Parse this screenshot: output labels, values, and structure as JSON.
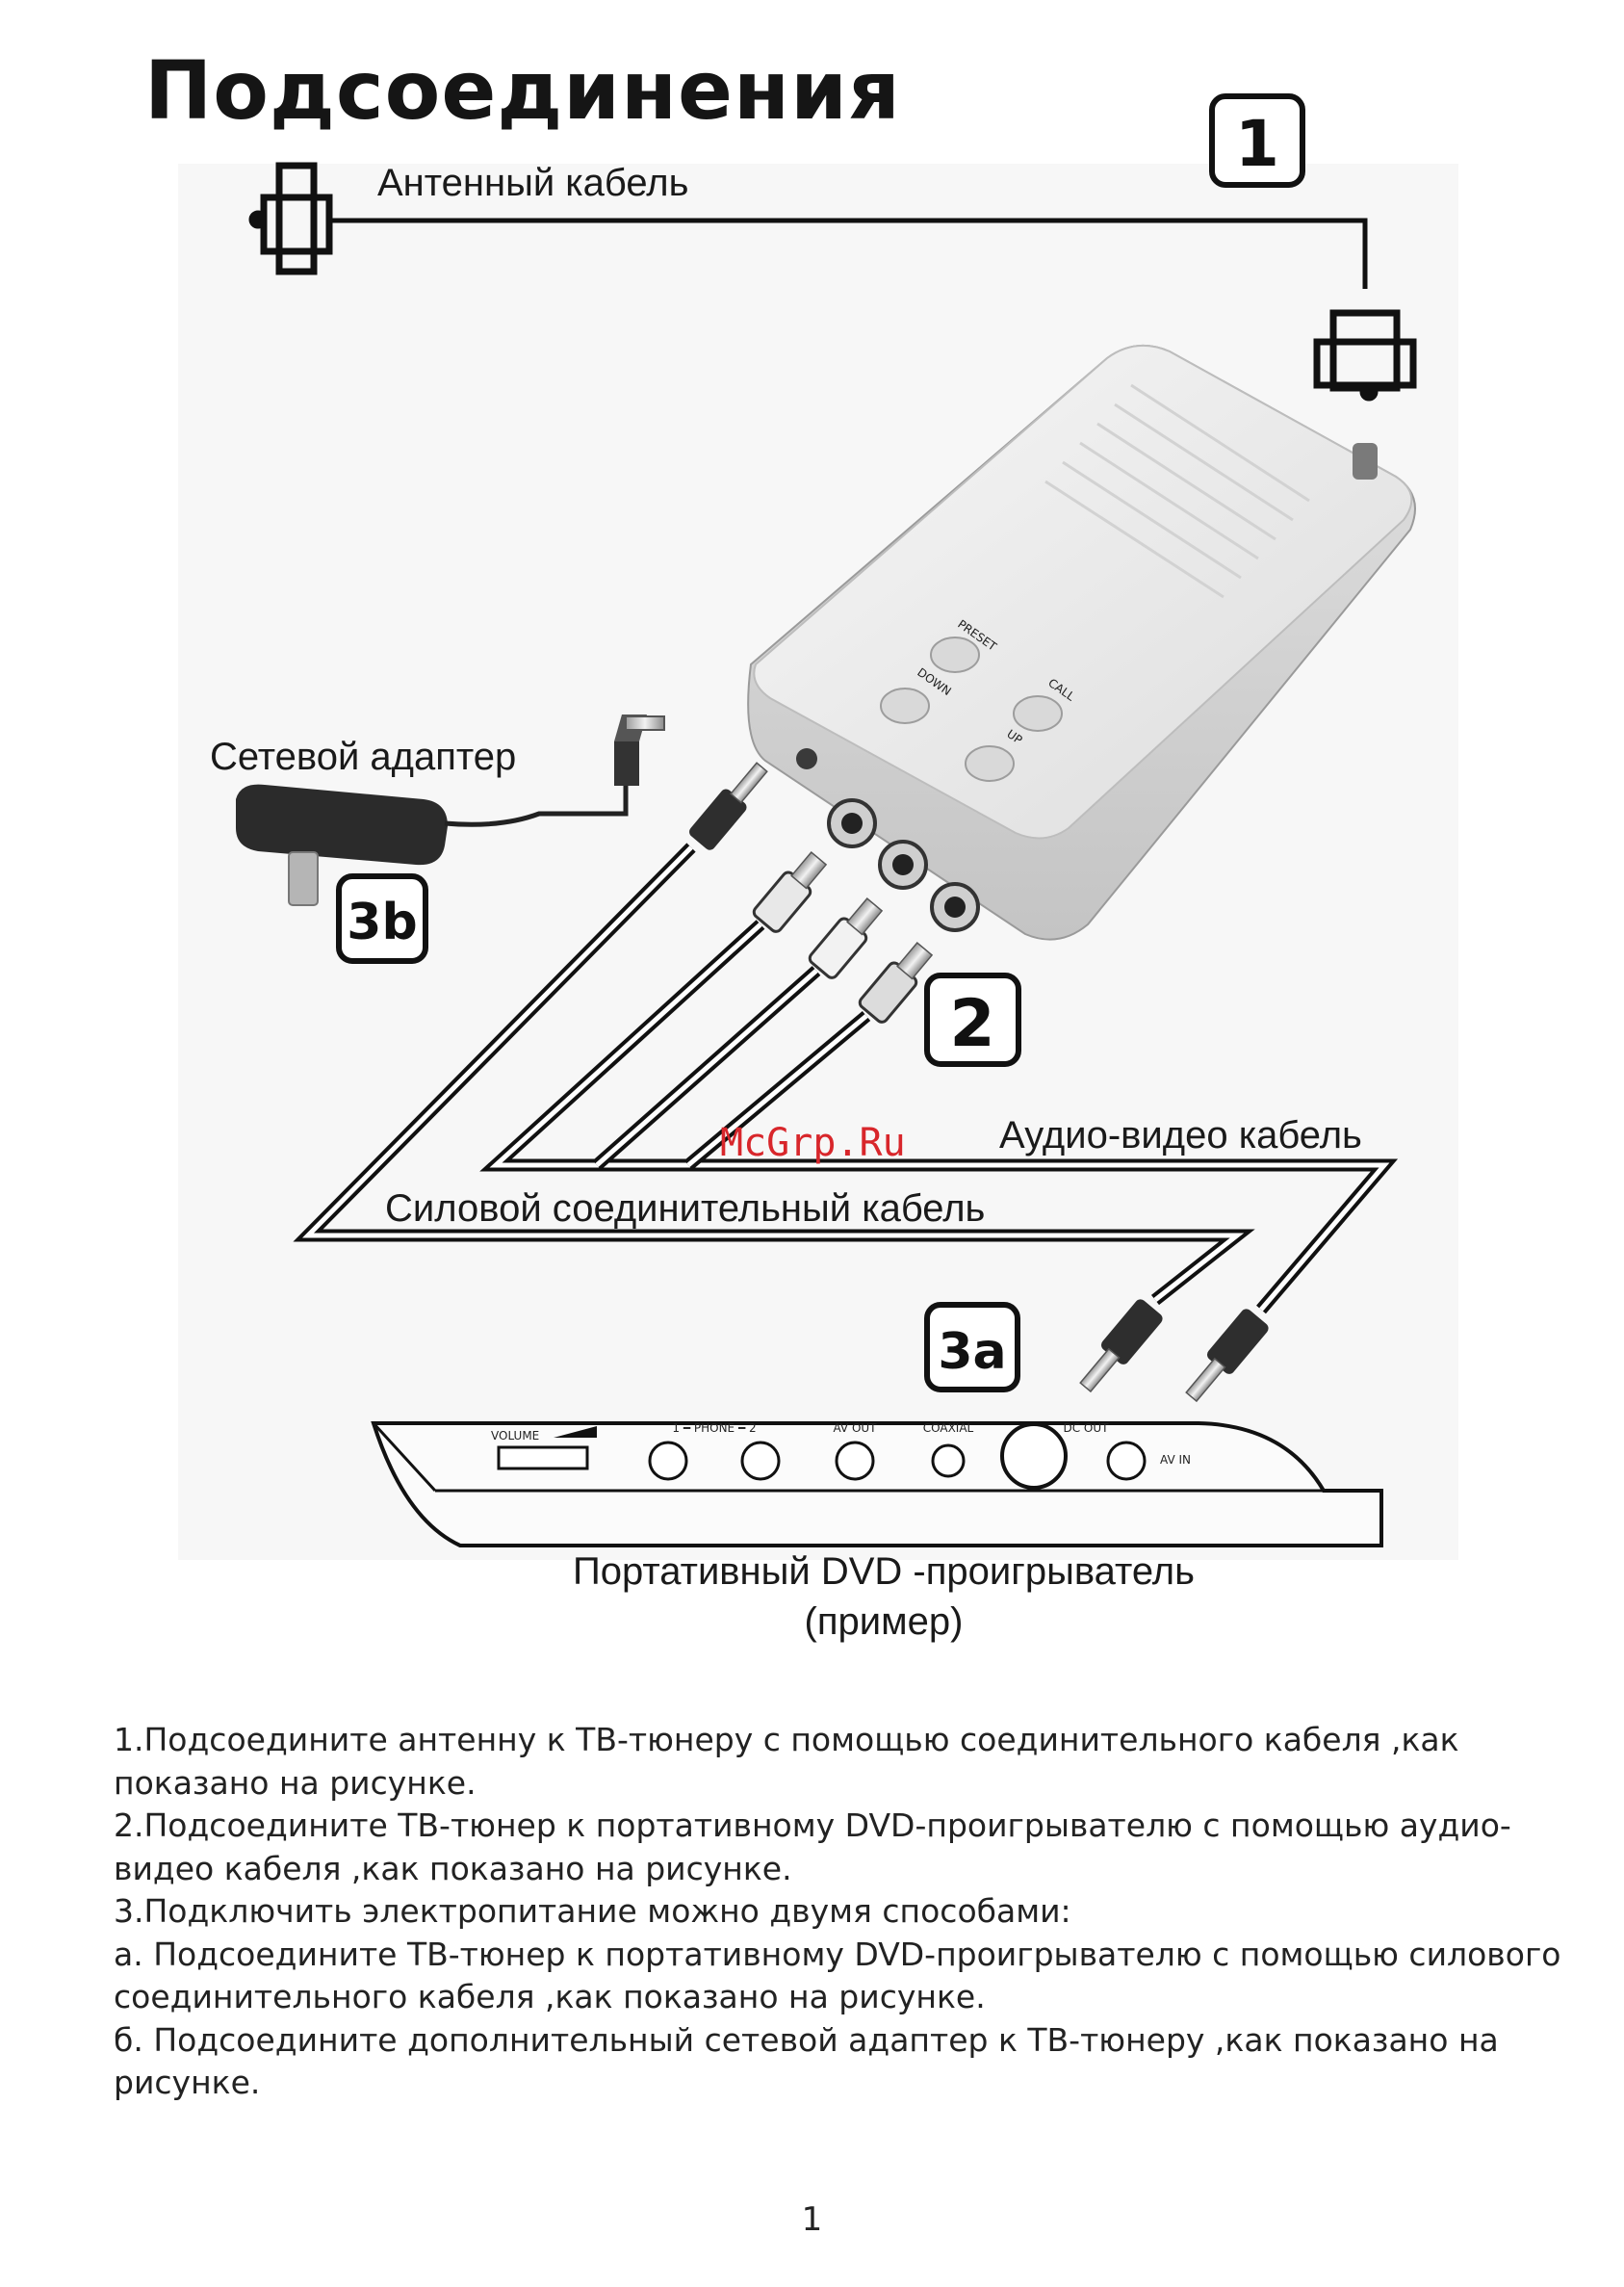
{
  "title": "Подсоединения",
  "labels": {
    "antenna_cable": "Антенный кабель",
    "power_adapter": "Сетевой адаптер",
    "av_cable": "Аудио-видео кабель",
    "power_cable": "Силовой соединительный кабель",
    "dvd_player": "Портативный  DVD -проигрыватель",
    "example": "(пример)"
  },
  "badges": {
    "step1": "1",
    "step2": "2",
    "step3a": "3a",
    "step3b": "3b"
  },
  "tuner_buttons": {
    "preset": "PRESET",
    "down": "DOWN",
    "call": "CALL",
    "up": "UP"
  },
  "dvd_panel": {
    "volume": "VOLUME",
    "phone": "1 ━ PHONE ━ 2",
    "av_out": "AV OUT",
    "coaxial": "COAXIAL",
    "dc_out": "DC OUT",
    "av_in": "AV IN"
  },
  "watermark": "McGrp.Ru",
  "instructions": [
    "1.Подсоедините антенну к ТВ-тюнеру с помощью соединительного кабеля ,как показано на рисунке.",
    "2.Подсоедините ТВ-тюнер к портативному DVD-проигрывателю с помощью аудио-видео кабеля ,как показано на рисунке.",
    "3.Подключить электропитание можно двумя способами:",
    "а. Подсоедините ТВ-тюнер к портативному DVD-проигрывателю с помощью силового соединительного кабеля ,как показано на рисунке.",
    "б. Подсоедините дополнительный сетевой адаптер к ТВ-тюнеру ,как показано на рисунке."
  ],
  "page_number": "1",
  "colors": {
    "text": "#1a1a1a",
    "watermark": "#d8262b",
    "device": "#e9e9e9"
  }
}
